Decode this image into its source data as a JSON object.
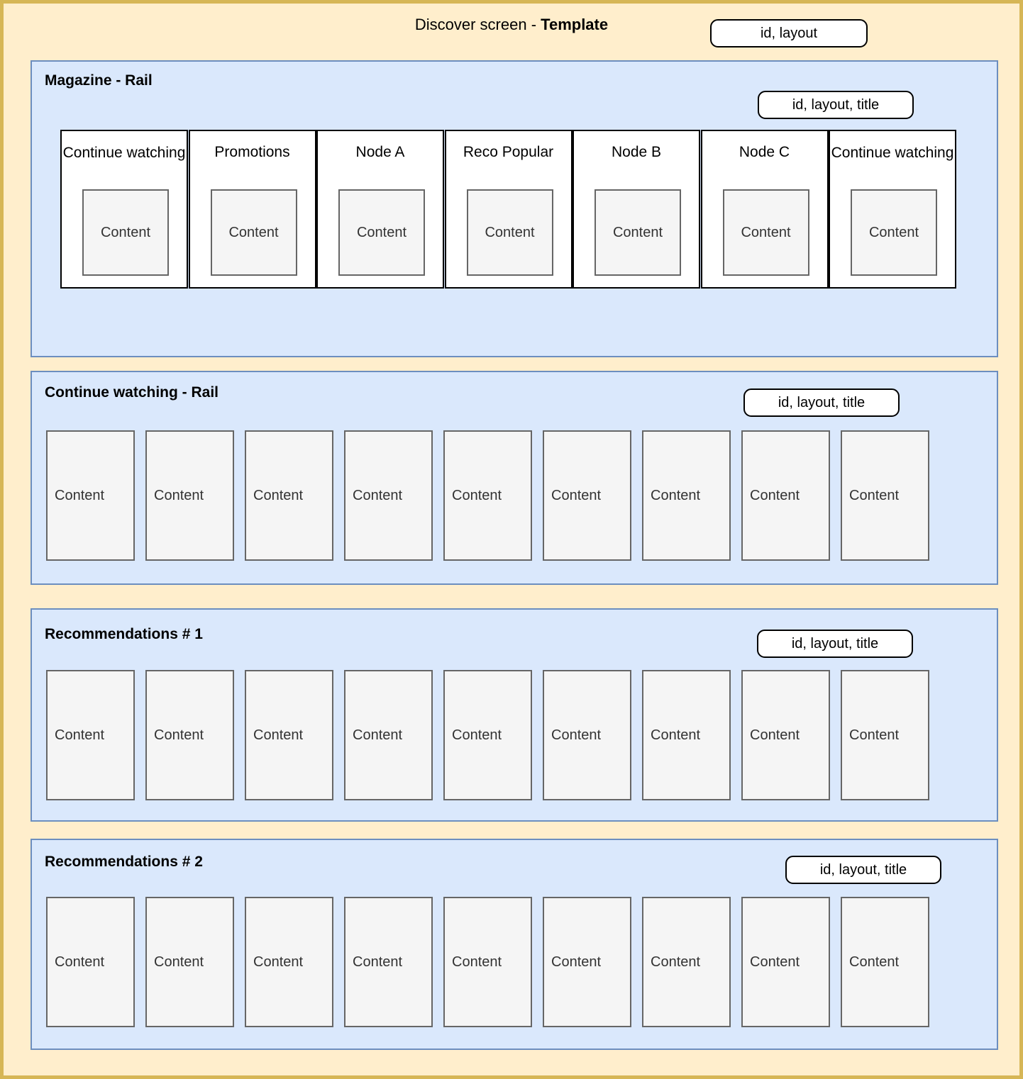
{
  "header": {
    "title_prefix": "Discover screen - ",
    "title_strong": "Template",
    "badge": "id, layout"
  },
  "colors": {
    "page_background": "#ffeecc",
    "page_border": "#d6b656",
    "section_background": "#dae8fc",
    "section_border": "#6c8ebf",
    "card_background": "#ffffff",
    "card_border": "#000000",
    "content_background": "#f5f5f5",
    "content_border": "#666666"
  },
  "content_label": "Content",
  "sections": [
    {
      "id": "magazine",
      "title": "Magazine - Rail",
      "badge": "id, layout, title",
      "kind": "magazine",
      "cards": [
        {
          "title": "Continue watching",
          "two_line": true,
          "content": "Content"
        },
        {
          "title": "Promotions",
          "two_line": false,
          "content": "Content"
        },
        {
          "title": "Node A",
          "two_line": false,
          "content": "Content"
        },
        {
          "title": "Reco Popular",
          "two_line": false,
          "content": "Content"
        },
        {
          "title": "Node B",
          "two_line": false,
          "content": "Content"
        },
        {
          "title": "Node C",
          "two_line": false,
          "content": "Content"
        },
        {
          "title": "Continue watching",
          "two_line": true,
          "content": "Content"
        }
      ]
    },
    {
      "id": "continue",
      "title": "Continue watching - Rail",
      "badge": "id, layout, title",
      "kind": "rail",
      "tiles": [
        "Content",
        "Content",
        "Content",
        "Content",
        "Content",
        "Content",
        "Content",
        "Content",
        "Content"
      ]
    },
    {
      "id": "reco1",
      "title": "Recommendations # 1",
      "badge": "id, layout, title",
      "kind": "rail",
      "tiles": [
        "Content",
        "Content",
        "Content",
        "Content",
        "Content",
        "Content",
        "Content",
        "Content",
        "Content"
      ]
    },
    {
      "id": "reco2",
      "title": "Recommendations # 2",
      "badge": "id, layout, title",
      "kind": "rail",
      "tiles": [
        "Content",
        "Content",
        "Content",
        "Content",
        "Content",
        "Content",
        "Content",
        "Content",
        "Content"
      ]
    }
  ]
}
